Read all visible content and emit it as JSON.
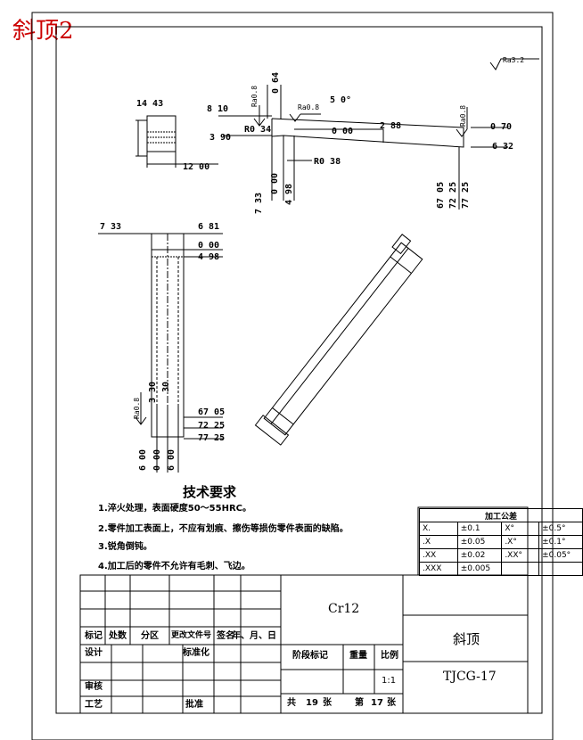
{
  "sheet_title": "斜顶2",
  "surface_symbol": "Ra3.2",
  "roughness_label": "Ra0.8",
  "dims": {
    "d_14_43": "14  43",
    "d_12_00": "12  00",
    "d_8_10": "8  10",
    "d_3_90": "3  90",
    "d_r0_34": "R0  34",
    "d_r0_38": "R0  38",
    "d_0_64": "0  64",
    "d_5_0": "5  0°",
    "d_0_00a": "0  00",
    "d_2_88": "2  88",
    "d_0_70": "0  70",
    "d_6_32": "6  32",
    "d_7_33v": "7  33",
    "d_0_00v": "0  00",
    "d_4_98v": "4  98",
    "d_67_05v": "67  05",
    "d_72_25v": "72  25",
    "d_77_25v": "77  25",
    "d_7_33": "7  33",
    "d_6_81": "6  81",
    "d_0_00b": "0  00",
    "d_4_98": "4  98",
    "d_3_30": "3  30",
    "d_30": "30",
    "d_67_05": "67  05",
    "d_72_25": "72  25",
    "d_77_25": "77  25",
    "d_6_00": "6  00",
    "d_0_00c": "0  00",
    "d_6_00b": "6  00"
  },
  "requirements": {
    "title": "技术要求",
    "items": [
      "1.淬火处理，表面硬度50～55HRC。",
      "2.零件加工表面上，不应有划痕、擦伤等损伤零件表面的缺陷。",
      "3.锐角倒钝。",
      "4.加工后的零件不允许有毛刺、飞边。"
    ]
  },
  "tolerance": {
    "title": "加工公差",
    "rows": [
      [
        "X.",
        "±0.1",
        "X°",
        "±0.5°"
      ],
      [
        ".X",
        "±0.05",
        ".X°",
        "±0.1°"
      ],
      [
        ".XX",
        "±0.02",
        ".XX°",
        "±0.05°"
      ],
      [
        ".XXX",
        "±0.005",
        "",
        ""
      ]
    ]
  },
  "title_block": {
    "material": "Cr12",
    "part_name": "斜顶",
    "drawing_no": "TJCG-17",
    "scale": "1:1",
    "headers": [
      "标记",
      "处数",
      "分区",
      "更改文件号",
      "签名",
      "年、月、日"
    ],
    "design": "设计",
    "standardize": "标准化",
    "review": "审核",
    "process": "工艺",
    "approve": "批准",
    "stage_mark": "阶段标记",
    "weight": "重量",
    "ratio": "比例",
    "sheet_total_prefix": "共",
    "sheet_total": "19",
    "sheet_unit": "张",
    "sheet_no_prefix": "第",
    "sheet_no": "17",
    "sheet_unit2": "张"
  }
}
